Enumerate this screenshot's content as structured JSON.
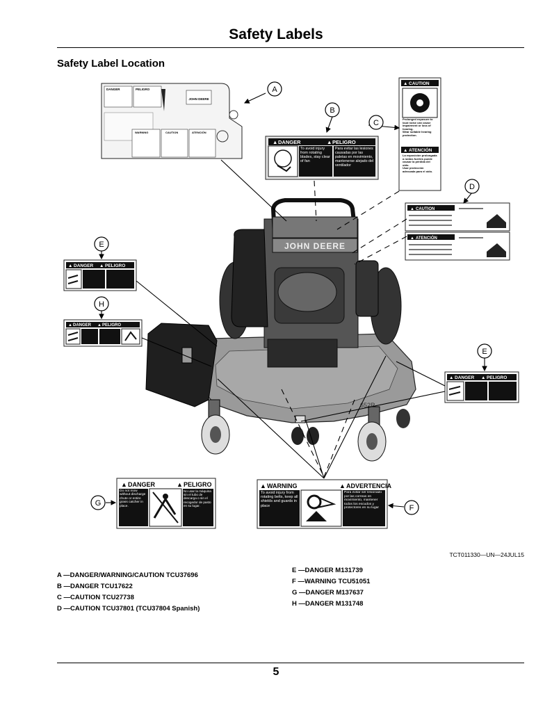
{
  "page": {
    "title": "Safety Labels",
    "subtitle": "Safety Label Location",
    "figure_id": "TCT011330—UN—24JUL15",
    "page_number": "5"
  },
  "callouts": {
    "a": "A",
    "b": "B",
    "c": "C",
    "d": "D",
    "e": "E",
    "f": "F",
    "g": "G",
    "h": "H"
  },
  "decals": {
    "danger": "DANGER",
    "peligro": "PELIGRO",
    "warning": "WARNING",
    "advertencia": "ADVERTENCIA",
    "caution": "CAUTION",
    "atencion": "ATENCIÓN",
    "brand": "JOHN DEERE",
    "b_en": "To avoid injury from rotating blades, stay clear of fan",
    "b_es": "Para evitar las lesiones causadas por las paletas en movimiento, mantenerse alejado del ventilador",
    "c_en": "Prolonged exposure to loud noise can cause impairment or loss of hearing.",
    "c_en2": "Wear suitable hearing protection.",
    "c_es": "La exposición prolongada a ruidos fuertes puede causar la pérdida del oído.",
    "c_es2": "Usar protección adecuada para el oído.",
    "f_en": "To avoid injury from rotating belts, keep all shields and guards in place",
    "f_es": "Para evitar ser lesionado por las correas en movimiento, mantener todos los escudos y protectores en su lugar",
    "g_en": "Do not mow without discharge chute or entire grass catcher in place.",
    "g_es": "No usar la máquina sin el tubo de descarga o sin el recogedor de pasto en su lugar."
  },
  "legend": {
    "left": [
      "A —DANGER/WARNING/CAUTION TCU37696",
      "B —DANGER TCU17622",
      "C —CAUTION TCU27738",
      "D —CAUTION TCU37801 (TCU37804 Spanish)"
    ],
    "right": [
      "E —DANGER M131739",
      "F —WARNING TCU51051",
      "G —DANGER M137637",
      "H —DANGER M131748"
    ]
  }
}
